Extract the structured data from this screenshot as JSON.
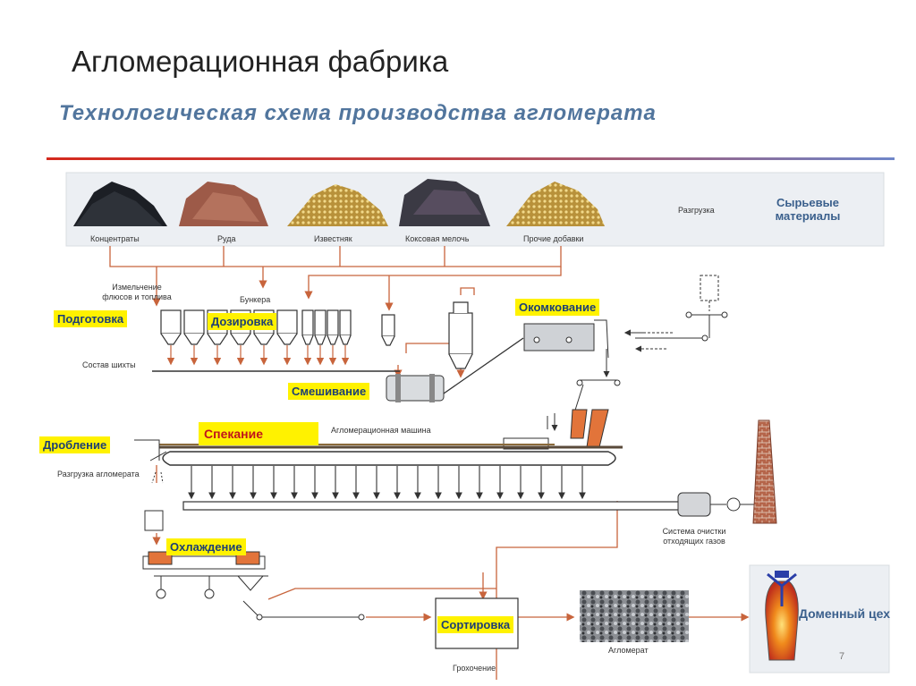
{
  "slide": {
    "title": "Агломерационная фабрика",
    "subtitle": "Технологическая схема производства агломерата",
    "page_number": "7"
  },
  "materials": {
    "heading": "Сырьевые материалы",
    "unload": "Разгрузка",
    "items": [
      "Концентраты",
      "Руда",
      "Известняк",
      "Коксовая мелочь",
      "Прочие добавки"
    ]
  },
  "labels": {
    "grinding": "Измельчение флюсов и топлива",
    "bunkers": "Бункера",
    "charge": "Состав шихты",
    "sinter_machine": "Агломерационная машина",
    "sinter_unload": "Разгрузка агломерата",
    "gas_cleaning": "Система очистки отходящих газов",
    "sinter": "Агломерат",
    "coarse": "Грохочение"
  },
  "stages": {
    "preparation": "Подготовка",
    "dosing": "Дозировка",
    "mixing": "Смешивание",
    "pelletizing": "Окомкование",
    "sintering": "Спекание",
    "crushing": "Дробление",
    "cooling": "Охлаждение",
    "sorting": "Сортировка",
    "blast_furnace": "Доменный цех"
  },
  "colors": {
    "flow_line": "#c8643c",
    "stage_highlight": "#fff200",
    "stage_text": "#1d3f74",
    "subtitle": "#51759d"
  }
}
